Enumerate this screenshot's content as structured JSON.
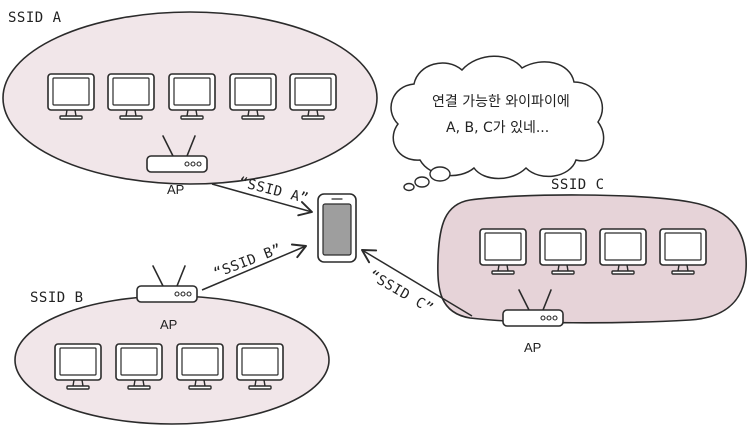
{
  "colors": {
    "network_a_fill": "#f1e6e9",
    "network_b_fill": "#f1e6e9",
    "network_c_fill": "#e6d3d8",
    "stroke": "#2b2b2b",
    "phone_screen": "#9e9e9e"
  },
  "networks": {
    "a": {
      "title": "SSID A",
      "ap_label": "AP",
      "broadcast": "“SSID A”",
      "monitor_count": 5
    },
    "b": {
      "title": "SSID B",
      "ap_label": "AP",
      "broadcast": "“SSID B”",
      "monitor_count": 4
    },
    "c": {
      "title": "SSID C",
      "ap_label": "AP",
      "broadcast": "“SSID C”",
      "monitor_count": 4
    }
  },
  "thought": {
    "line1": "연결 가능한 와이파이에",
    "line2": "A, B, C가 있네..."
  },
  "icons": {
    "monitor": "monitor-icon",
    "router": "router-icon",
    "phone": "smartphone-icon"
  }
}
